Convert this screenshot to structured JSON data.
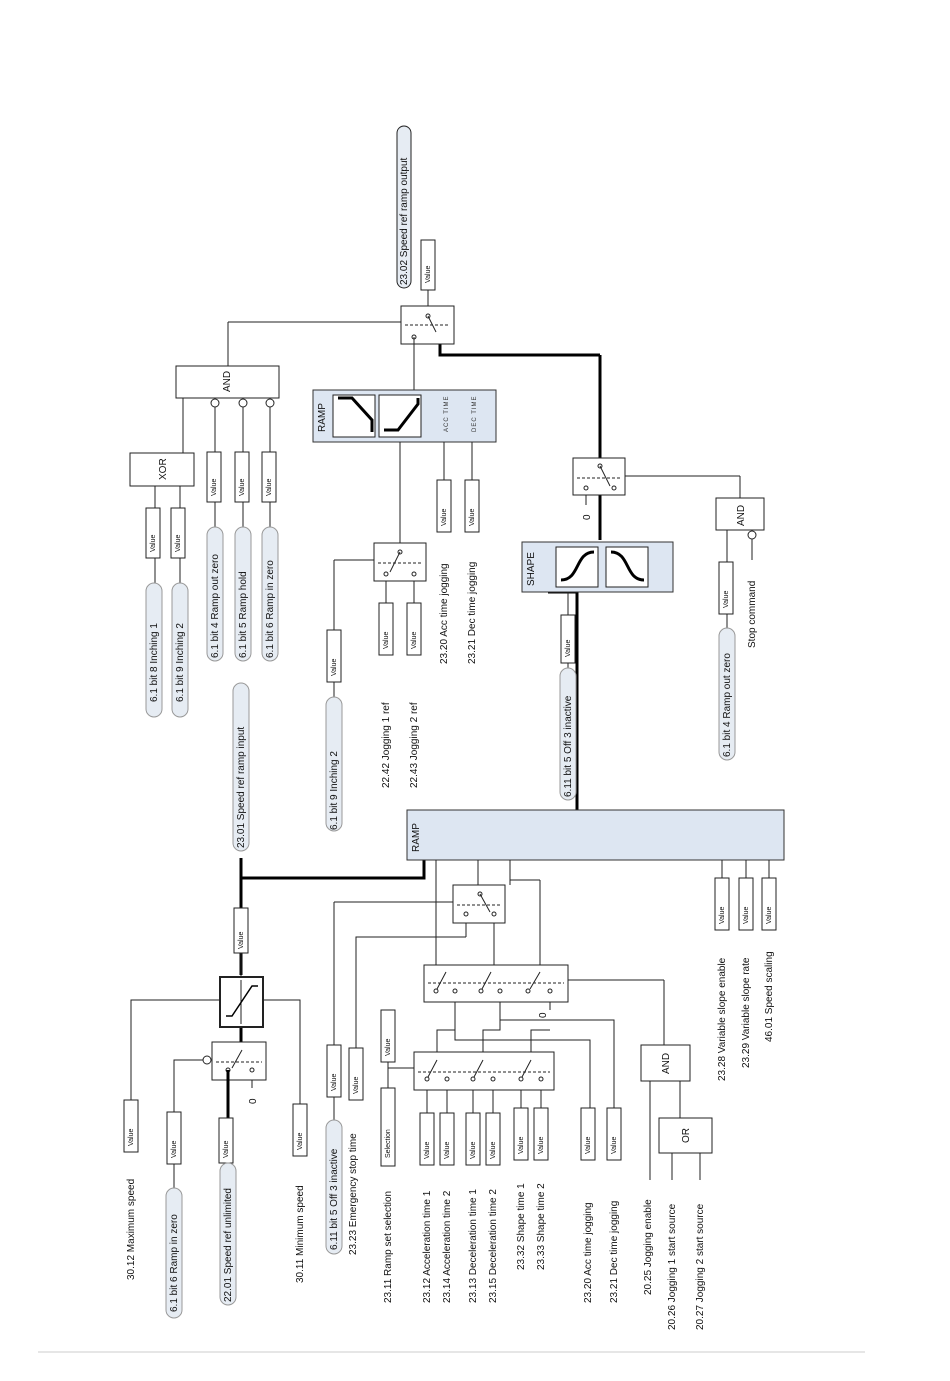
{
  "labels": {
    "speed_ref_ramp_output": "23.02 Speed ref ramp output",
    "speed_ref_ramp_input": "23.01 Speed ref ramp input",
    "inching1": "6.1 bit 8 Inching 1",
    "inching2": "6.1 bit  9 Inching 2",
    "ramp_out_zero_top": "6.1 bit 4 Ramp out zero",
    "ramp_hold": "6.1 bit 5 Ramp hold",
    "ramp_in_zero_top": "6.1 bit 6 Ramp in zero",
    "inching2_mid": "6.1 bit  9 Inching 2",
    "acc_time_jog_top": "23.20 Acc time jogging",
    "dec_time_jog_top": "23.21 Dec time jogging",
    "jog1_ref": "22.42 Jogging 1 ref",
    "jog2_ref": "22.43 Jogging 2 ref",
    "off3_inactive_mid": "6.11 bit  5 Off 3 inactive",
    "ramp_out_zero_right": "6.1 bit  4 Ramp out zero",
    "stop_command": "Stop command",
    "max_speed": "30.12 Maximum speed",
    "ramp_in_zero_bottom": "6.1 bit 6 Ramp in zero",
    "speed_ref_unlimited": "22.01 Speed ref unlimited",
    "min_speed": "30.11 Minimum speed",
    "off3_inactive_bottom": "6.11 bit 5 Off 3 inactive",
    "emergency_stop_time": "23.23 Emergency stop time",
    "ramp_set_selection": "23.11 Ramp set selection",
    "acc_time1": "23.12 Acceleration time 1",
    "acc_time2": "23.14 Acceleration time 2",
    "dec_time1": "23.13 Deceleration time 1",
    "dec_time2": "23.15 Deceleration time 2",
    "shape_time1": "23.32 Shape time 1",
    "shape_time2": "23.33 Shape time 2",
    "acc_time_jog_bottom": "23.20 Acc time jogging",
    "dec_time_jog_bottom": "23.21 Dec time jogging",
    "jogging_enable": "20.25 Jogging enable",
    "jog1_start": "20.26 Jogging 1 start source",
    "jog2_start": "20.27 Jogging 2 start source",
    "var_slope_enable": "23.28 Variable slope enable",
    "var_slope_rate": "23.29 Variable slope rate",
    "speed_scaling": "46.01 Speed scaling"
  },
  "blocks": {
    "and": "AND",
    "xor": "XOR",
    "or": "OR",
    "ramp": "RAMP",
    "shape": "SHAPE",
    "acc_time": "ACC TIME",
    "dec_time": "DEC TIME",
    "value": "Value",
    "selection": "Selection",
    "zero": "0"
  }
}
